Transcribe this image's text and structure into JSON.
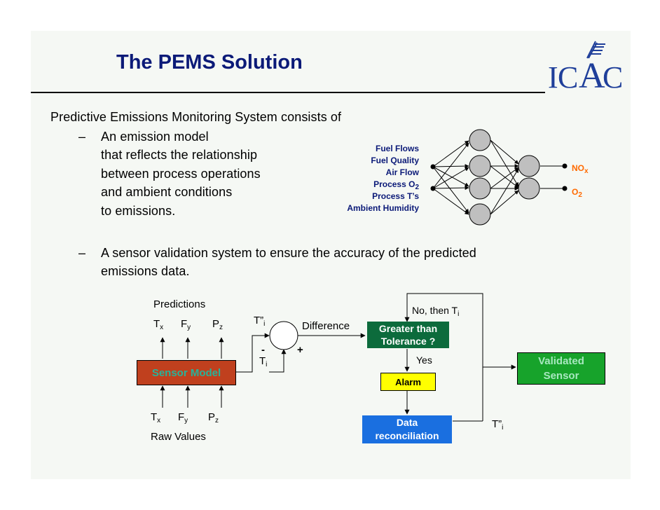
{
  "slide": {
    "title": "The PEMS Solution",
    "logo_text": "ICAC",
    "intro": "Predictive Emissions Monitoring System consists of",
    "bullet_dash": "–",
    "bullet1_lines": [
      "An emission model",
      "that reflects the relationship",
      "between process operations",
      "and ambient conditions",
      "to emissions."
    ],
    "bullet2_line1": "A sensor validation system to ensure the accuracy of the predicted",
    "bullet2_line2": "emissions data."
  },
  "nn": {
    "inputs": [
      "Fuel Flows",
      "Fuel Quality",
      "Air Flow",
      "Process O",
      "Process T’s",
      "Ambient Humidity"
    ],
    "process_o2_sub": "2",
    "output1": "NO",
    "output1_sub": "x",
    "output2": "O",
    "output2_sub": "2"
  },
  "flow": {
    "predictions": "Predictions",
    "var_t": "T",
    "var_f": "F",
    "var_p": "P",
    "sub_x": "x",
    "sub_y": "y",
    "sub_z": "z",
    "sensor_model": "Sensor Model",
    "raw_values": "Raw Values",
    "t_pp": "T”",
    "t_pp_sub": "i",
    "t_i": "T",
    "t_i_sub": "i",
    "minus": "-",
    "plus": "+",
    "difference": "Difference",
    "greater_line1": "Greater than",
    "greater_line2": "Tolerance ?",
    "no_then": "No, then T",
    "no_then_sub": "i",
    "yes": "Yes",
    "alarm": "Alarm",
    "data_recon_line1": "Data",
    "data_recon_line2": "reconciliation",
    "t_pp_out": "T”",
    "t_pp_out_sub": "i",
    "validated_line1": "Validated",
    "validated_line2": "Sensor"
  },
  "colors": {
    "title": "#0b1a78",
    "sensor_model_fill": "#c0401e",
    "sensor_model_text": "#27b39a",
    "decision_fill": "#0c6b3c",
    "alarm_fill": "#ffff00",
    "data_recon_fill": "#1a6fe0",
    "validated_fill": "#17a32b",
    "output_label": "#ff6a00"
  }
}
